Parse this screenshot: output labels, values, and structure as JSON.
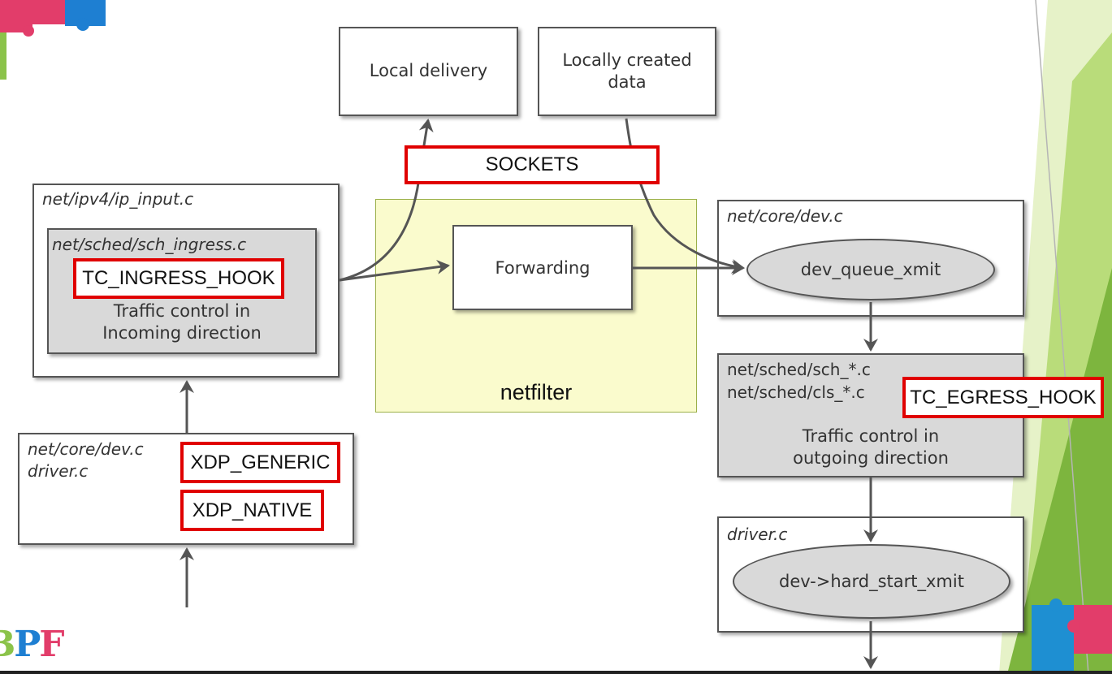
{
  "boxes": {
    "local_delivery": "Local delivery",
    "locally_created_line1": "Locally created",
    "locally_created_line2": "data",
    "forwarding": "Forwarding",
    "netfilter": "netfilter"
  },
  "hooks": {
    "sockets": "SOCKETS",
    "tc_ingress": "TC_INGRESS_HOOK",
    "tc_egress": "TC_EGRESS_HOOK",
    "xdp_generic": "XDP_GENERIC",
    "xdp_native": "XDP_NATIVE"
  },
  "ingress": {
    "path": "net/ipv4/ip_input.c",
    "sched_path": "net/sched/sch_ingress.c",
    "desc_line1": "Traffic control in",
    "desc_line2": "Incoming direction"
  },
  "driver_in": {
    "path1": "net/core/dev.c",
    "path2": "driver.c"
  },
  "dev_core": {
    "path": "net/core/dev.c",
    "func": "dev_queue_xmit"
  },
  "egress": {
    "path1": "net/sched/sch_*.c",
    "path2": "net/sched/cls_*.c",
    "desc_line1": "Traffic control in",
    "desc_line2": "outgoing direction"
  },
  "driver_out": {
    "path": "driver.c",
    "func": "dev->hard_start_xmit"
  },
  "logo": {
    "text_b": "B",
    "text_p": "P",
    "text_f": "F"
  },
  "colors": {
    "hook_border": "#e00000",
    "netfilter_bg": "#fafbcd",
    "gray_box": "#d9d9d9",
    "arrow": "#555555",
    "accent_green": "#8bc34a"
  },
  "icons": [
    "puzzle-icon-top-left",
    "puzzle-icon-bottom-right"
  ]
}
